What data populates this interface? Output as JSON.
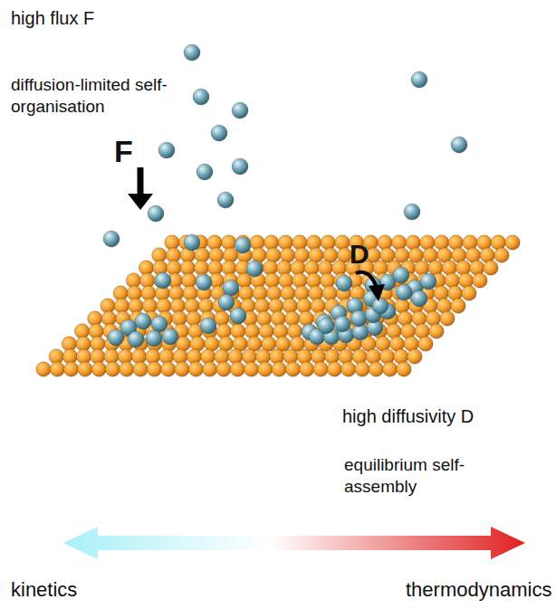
{
  "diagram": {
    "labels": [
      "high flux F",
      "diffusion-limited self-organisation",
      "F",
      "D",
      "high diffusivity D",
      "equilibrium self-assembly",
      "kinetics",
      "thermodynamics"
    ]
  }
}
